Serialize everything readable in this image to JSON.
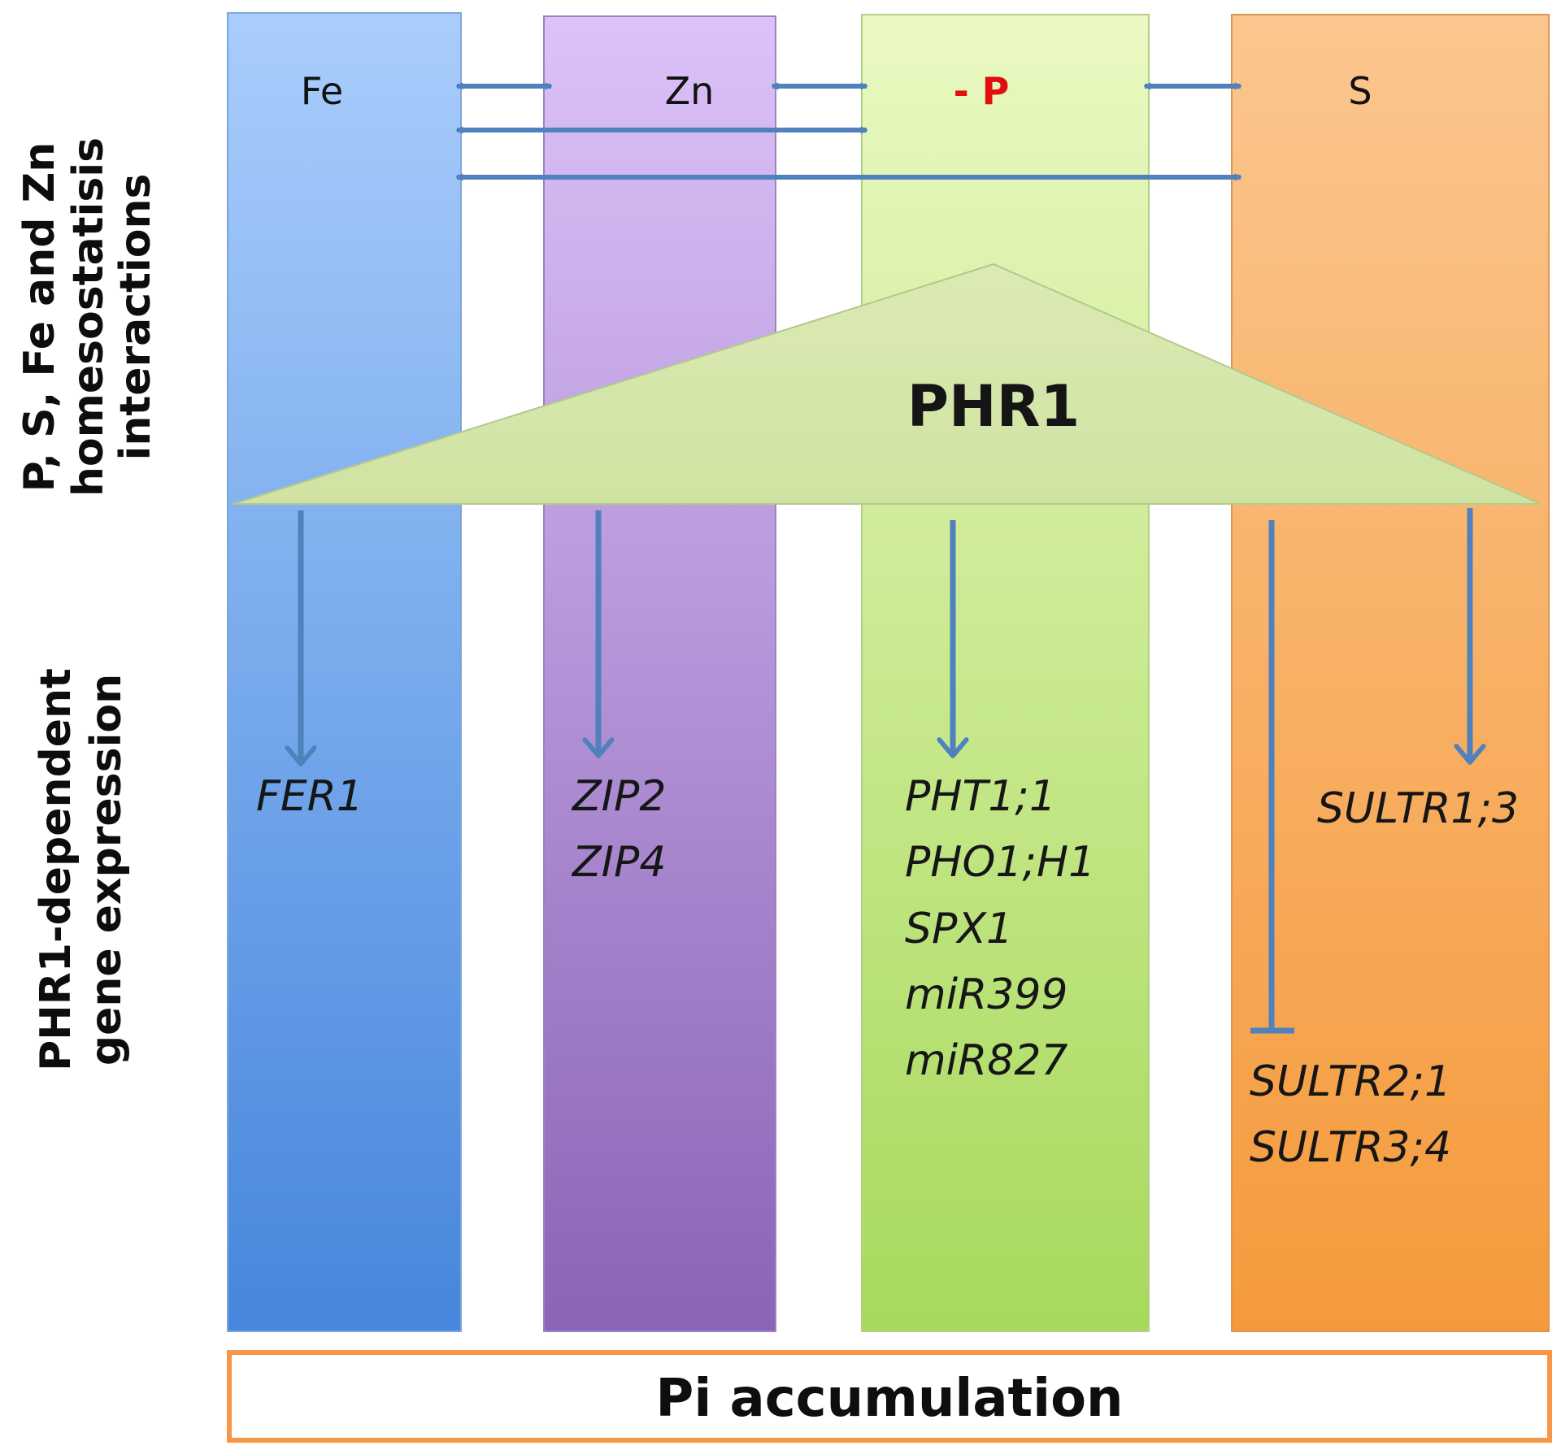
{
  "side_labels": {
    "top_line1": "P, S, Fe and Zn",
    "top_line2": "homesostatisis",
    "top_line3": "interactions",
    "bottom_line1": "PHR1-dependent",
    "bottom_line2": "gene expression"
  },
  "columns": [
    {
      "label": "Fe",
      "color_top": "#a9cdfc",
      "color_bottom": "#4686dc",
      "genes": [
        "FER1"
      ]
    },
    {
      "label": "Zn",
      "color_top": "#dcc2f8",
      "color_bottom": "#8a64b6",
      "genes": [
        "ZIP2",
        "ZIP4"
      ]
    },
    {
      "label": "- P",
      "label_color": "#e01010",
      "color_top": "#eaf9c2",
      "color_bottom": "#a7d95c",
      "genes": [
        "PHT1;1",
        "PHO1;H1",
        "SPX1",
        "miR399",
        "miR827"
      ]
    },
    {
      "label": "S",
      "color_top": "#fbc68e",
      "color_bottom": "#f59a3c",
      "genes_up": [
        "SULTR1;3"
      ],
      "genes_down": [
        "SULTR2;1",
        "SULTR3;4"
      ]
    }
  ],
  "regulator": {
    "label": "PHR1",
    "color": "#d2e6a6"
  },
  "footer": {
    "label": "Pi accumulation",
    "border_color": "#f79646"
  },
  "arrow_color": "#4f81bd"
}
